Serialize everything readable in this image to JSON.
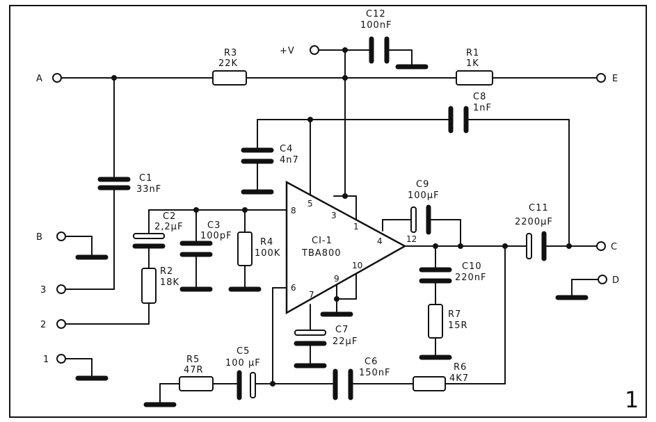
{
  "figure_number": "1",
  "ic": {
    "name": "CI-1",
    "type": "TBA800"
  },
  "pins": [
    "8",
    "5",
    "3",
    "1",
    "4",
    "12",
    "10",
    "9",
    "6",
    "7"
  ],
  "terminals": {
    "a": "A",
    "e": "E",
    "b": "B",
    "c": "C",
    "d": "D",
    "t3": "3",
    "t2": "2",
    "t1": "1"
  },
  "supply": "+V",
  "components": {
    "c12": {
      "ref": "C12",
      "value": "100nF"
    },
    "r3": {
      "ref": "R3",
      "value": "22K"
    },
    "r1": {
      "ref": "R1",
      "value": "1K"
    },
    "c8": {
      "ref": "C8",
      "value": "1nF"
    },
    "c4": {
      "ref": "C4",
      "value": "4n7"
    },
    "c1": {
      "ref": "C1",
      "value": "33nF"
    },
    "c2": {
      "ref": "C2",
      "value": "2,2µF"
    },
    "c3": {
      "ref": "C3",
      "value": "100pF"
    },
    "r4": {
      "ref": "R4",
      "value": "100K"
    },
    "r2": {
      "ref": "R2",
      "value": "18K"
    },
    "c9": {
      "ref": "C9",
      "value": "100µF"
    },
    "c11": {
      "ref": "C11",
      "value": "2200µF"
    },
    "c10": {
      "ref": "C10",
      "value": "220nF"
    },
    "r7": {
      "ref": "R7",
      "value": "15R"
    },
    "c7": {
      "ref": "C7",
      "value": "22µF"
    },
    "r5": {
      "ref": "R5",
      "value": "47R"
    },
    "c5": {
      "ref": "C5",
      "value": "100 µF"
    },
    "c6": {
      "ref": "C6",
      "value": "150nF"
    },
    "r6": {
      "ref": "R6",
      "value": "4K7"
    }
  }
}
